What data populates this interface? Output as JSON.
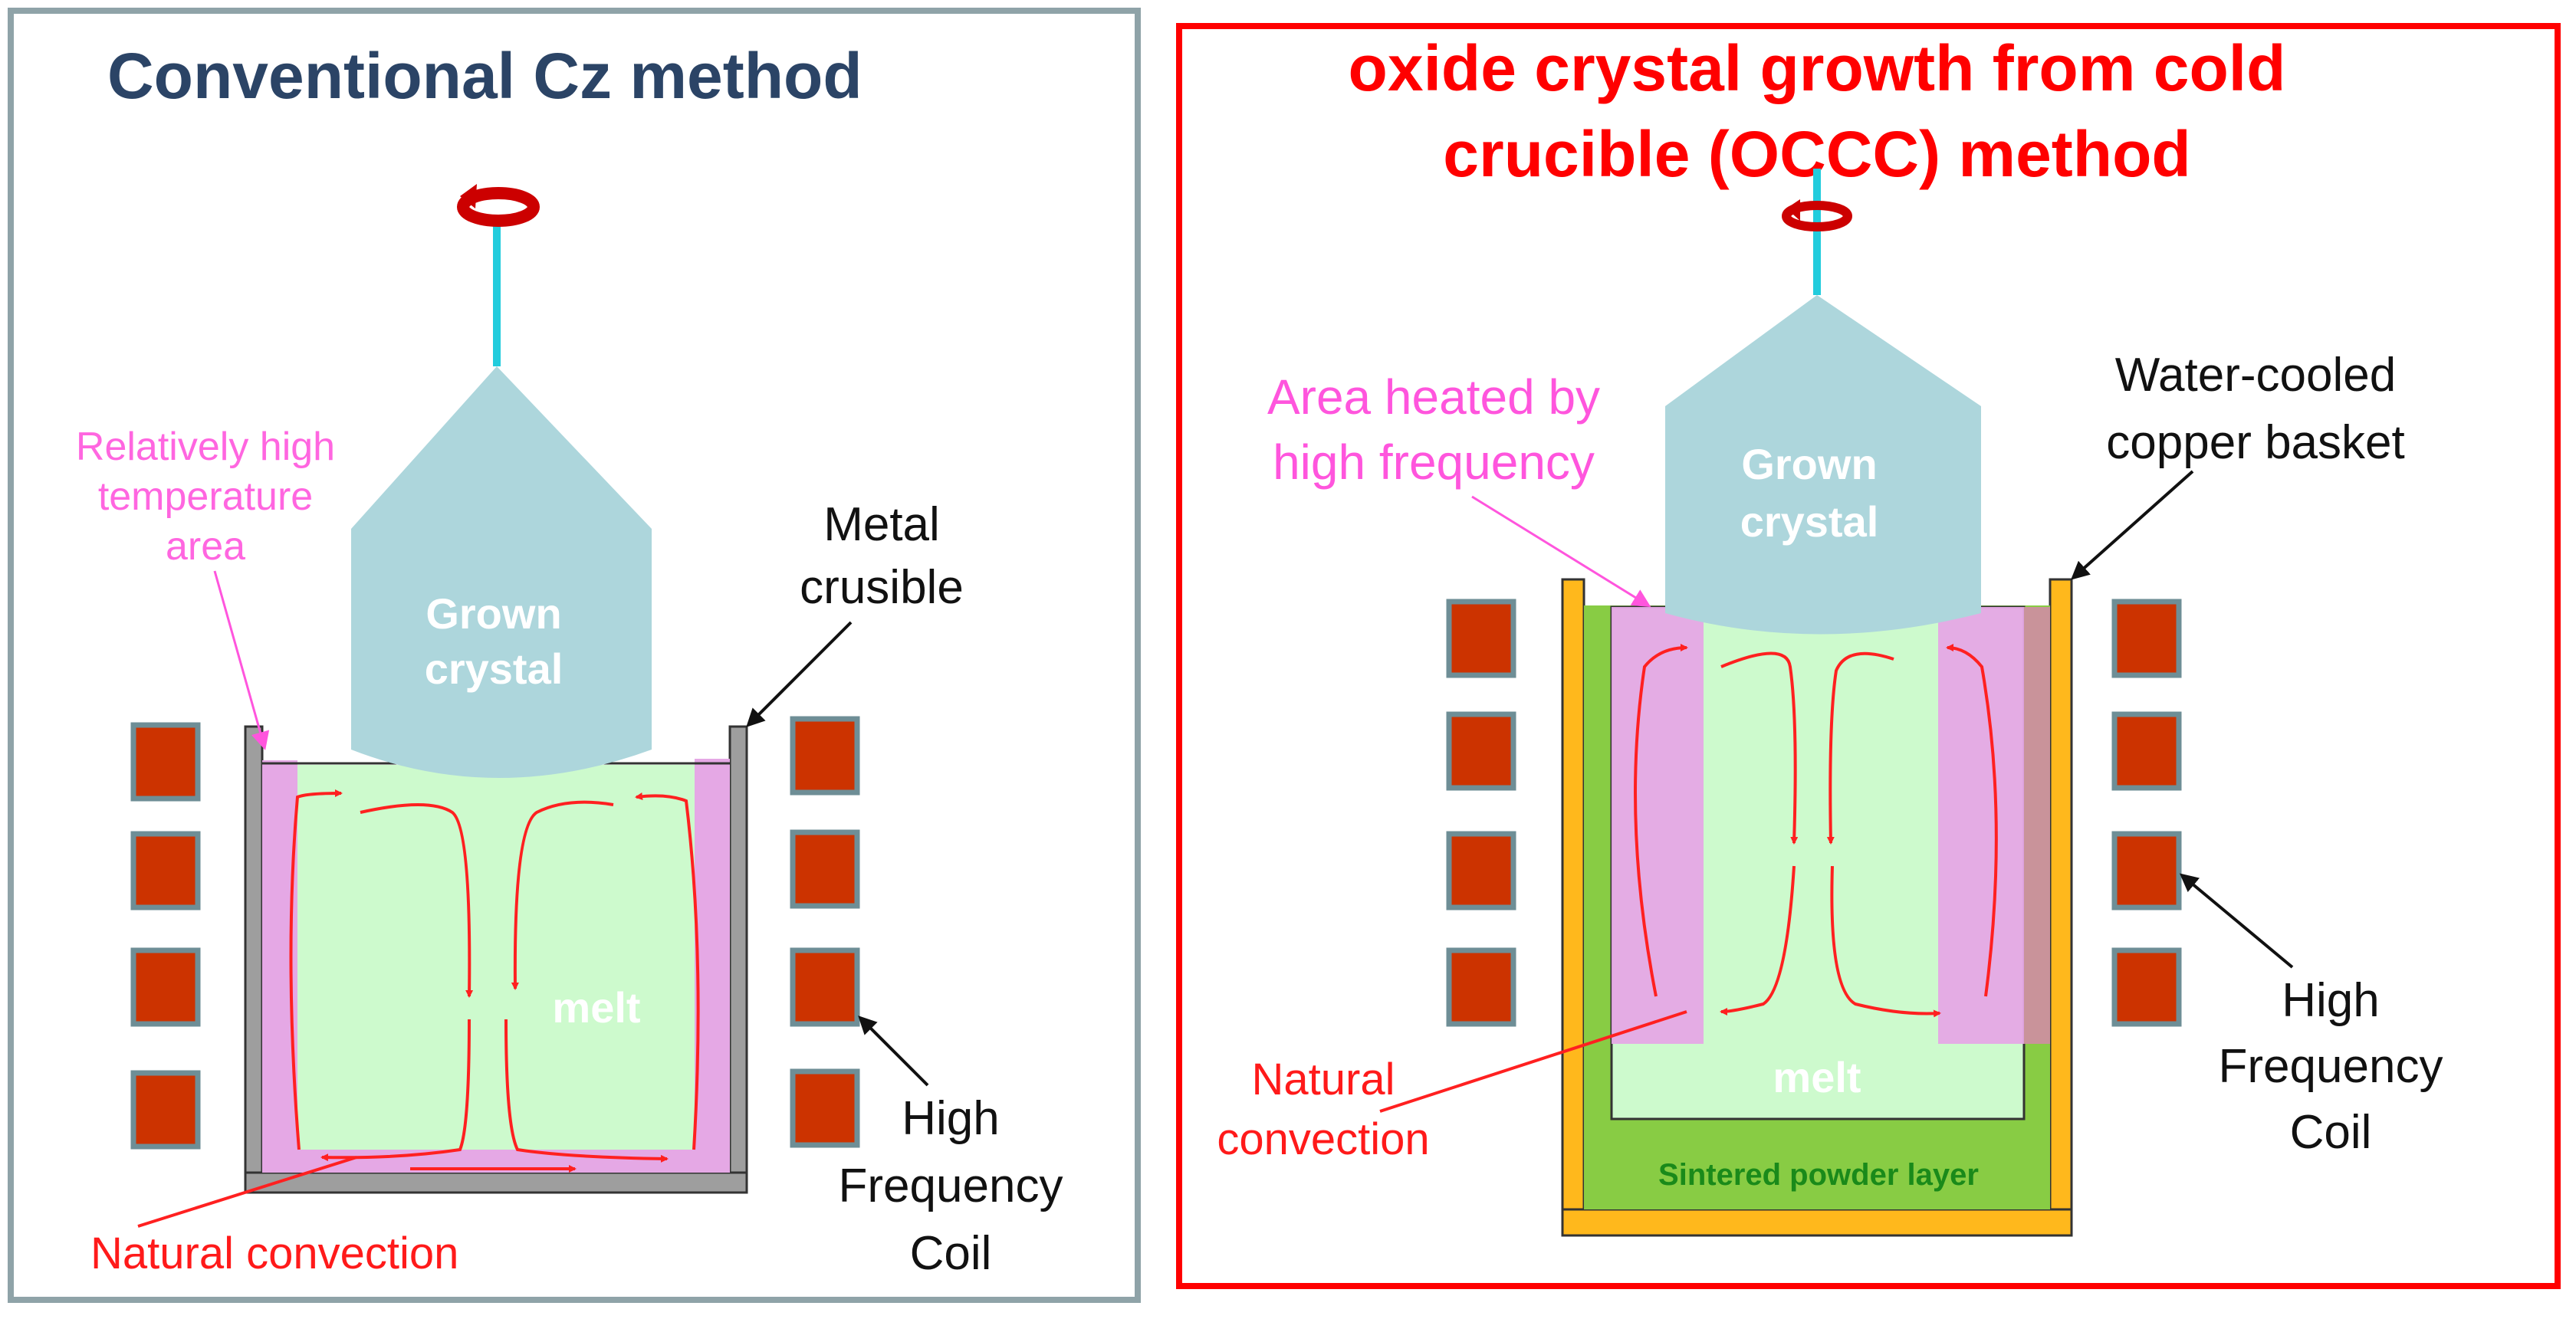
{
  "left_panel": {
    "title": "Conventional Cz method",
    "label_relatively_high": [
      "Relatively high",
      "temperature",
      "area"
    ],
    "label_metal_crucible": [
      "Metal",
      "crusible"
    ],
    "label_grown_crystal": [
      "Grown",
      "crystal"
    ],
    "label_melt": "melt",
    "label_high_frequency_coil": [
      "High",
      "Frequency",
      "Coil"
    ],
    "label_natural_convection": "Natural convection"
  },
  "right_panel": {
    "title_lines": [
      "oxide crystal growth from cold",
      "crucible (OCCC) method"
    ],
    "label_area_heated": [
      "Area heated by",
      "high frequency"
    ],
    "label_water_cooled": [
      "Water-cooled",
      "copper basket"
    ],
    "label_grown_crystal": [
      "Grown",
      "crystal"
    ],
    "label_melt": "melt",
    "label_natural_convection": [
      "Natural",
      "convection"
    ],
    "label_sintered": "Sintered powder layer",
    "label_high_frequency_coil": [
      "High",
      "Frequency",
      "Coil"
    ]
  },
  "colors": {
    "left_border": "#8fa3a8",
    "right_border": "#ff0000",
    "crystal": "#add6dc",
    "melt": "#cdfacd",
    "hot_area": "#e5a8e5",
    "coil_fill": "#cc3300",
    "coil_border": "#6e8e96",
    "crucible_metal": "#9e9e9e",
    "copper_basket": "#ffb81c",
    "sintered_layer": "#88cc44",
    "seed_rod": "#22ccdd",
    "convection_arrow": "#ff2020"
  }
}
